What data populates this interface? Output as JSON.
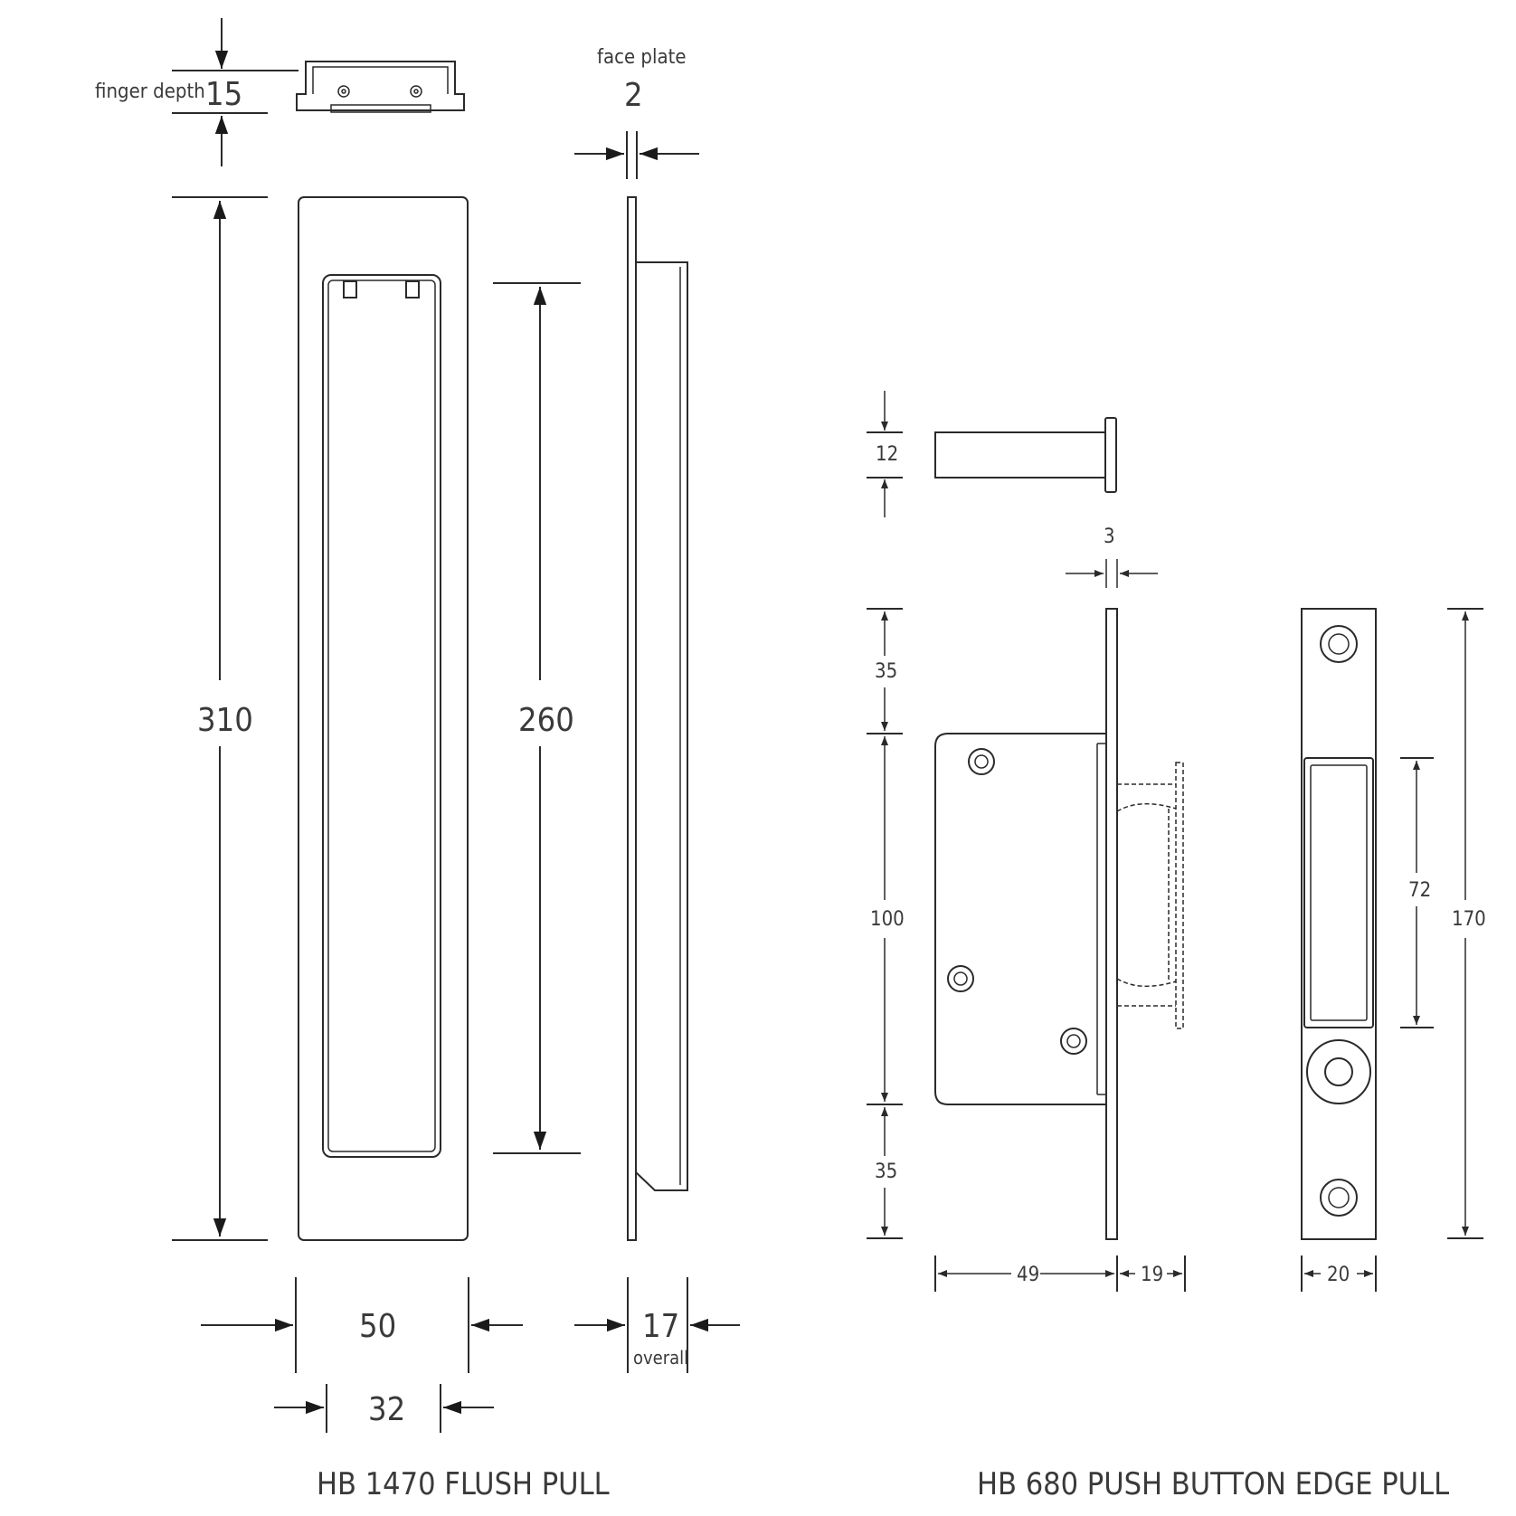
{
  "flush_pull": {
    "title": "HB 1470 FLUSH PULL",
    "finger_depth_label": "finger depth",
    "finger_depth_value": "15",
    "face_plate_label": "face plate",
    "face_plate_value": "2",
    "height_overall": "310",
    "recess_height": "260",
    "width_overall": "50",
    "recess_width": "32",
    "depth_overall": "17",
    "depth_overall_label": "overall"
  },
  "edge_pull": {
    "title": "HB 680 PUSH BUTTON EDGE PULL",
    "button_height": "12",
    "faceplate_thickness": "3",
    "top_offset": "35",
    "body_height": "100",
    "bottom_offset": "35",
    "body_depth": "49",
    "projection": "19",
    "faceplate_width": "20",
    "slot_height": "72",
    "faceplate_height": "170"
  },
  "colors": {
    "line": "#2a2a2a",
    "text": "#3a3a3a",
    "background": "#ffffff"
  }
}
